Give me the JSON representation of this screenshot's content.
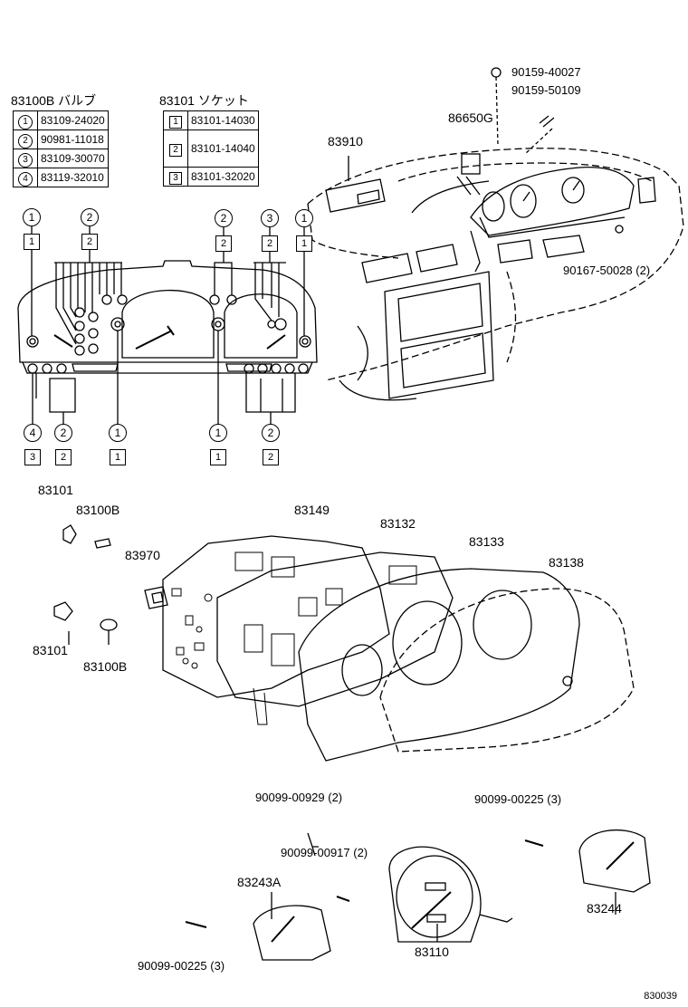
{
  "bulb_table": {
    "title": "83100B バルブ",
    "rows": [
      {
        "key": "1",
        "part": "83109-24020"
      },
      {
        "key": "2",
        "part": "90981-11018"
      },
      {
        "key": "3",
        "part": "83109-30070"
      },
      {
        "key": "4",
        "part": "83119-32010"
      }
    ]
  },
  "socket_table": {
    "title": "83101 ソケット",
    "rows": [
      {
        "key": "1",
        "part": "83101-14030"
      },
      {
        "key": "2",
        "part": "83101-14040"
      },
      {
        "key": "3",
        "part": "83101-32020"
      }
    ]
  },
  "cluster_markers": {
    "top_circles": [
      "1",
      "2",
      "2",
      "3",
      "1"
    ],
    "top_squares": [
      "1",
      "2",
      "2",
      "2",
      "1"
    ],
    "bottom_circles": [
      "4",
      "2",
      "1",
      "1",
      "2"
    ],
    "bottom_squares": [
      "3",
      "2",
      "1",
      "1",
      "2"
    ]
  },
  "labels": {
    "p90159_40027": "90159-40027",
    "p90159_50109": "90159-50109",
    "p86650G": "86650G",
    "p83910": "83910",
    "p90167_50028": "90167-50028 (2)",
    "p83101_a": "83101",
    "p83100B_a": "83100B",
    "p83970": "83970",
    "p83101_b": "83101",
    "p83100B_b": "83100B",
    "p83149": "83149",
    "p83132": "83132",
    "p83133": "83133",
    "p83138": "83138",
    "p90099_00929": "90099-00929 (2)",
    "p90099_00917": "90099-00917 (2)",
    "p90099_00225_r": "90099-00225 (3)",
    "p83243A": "83243A",
    "p83244": "83244",
    "p83110": "83110",
    "p90099_00225_l": "90099-00225 (3)"
  },
  "figure_code": "830039"
}
